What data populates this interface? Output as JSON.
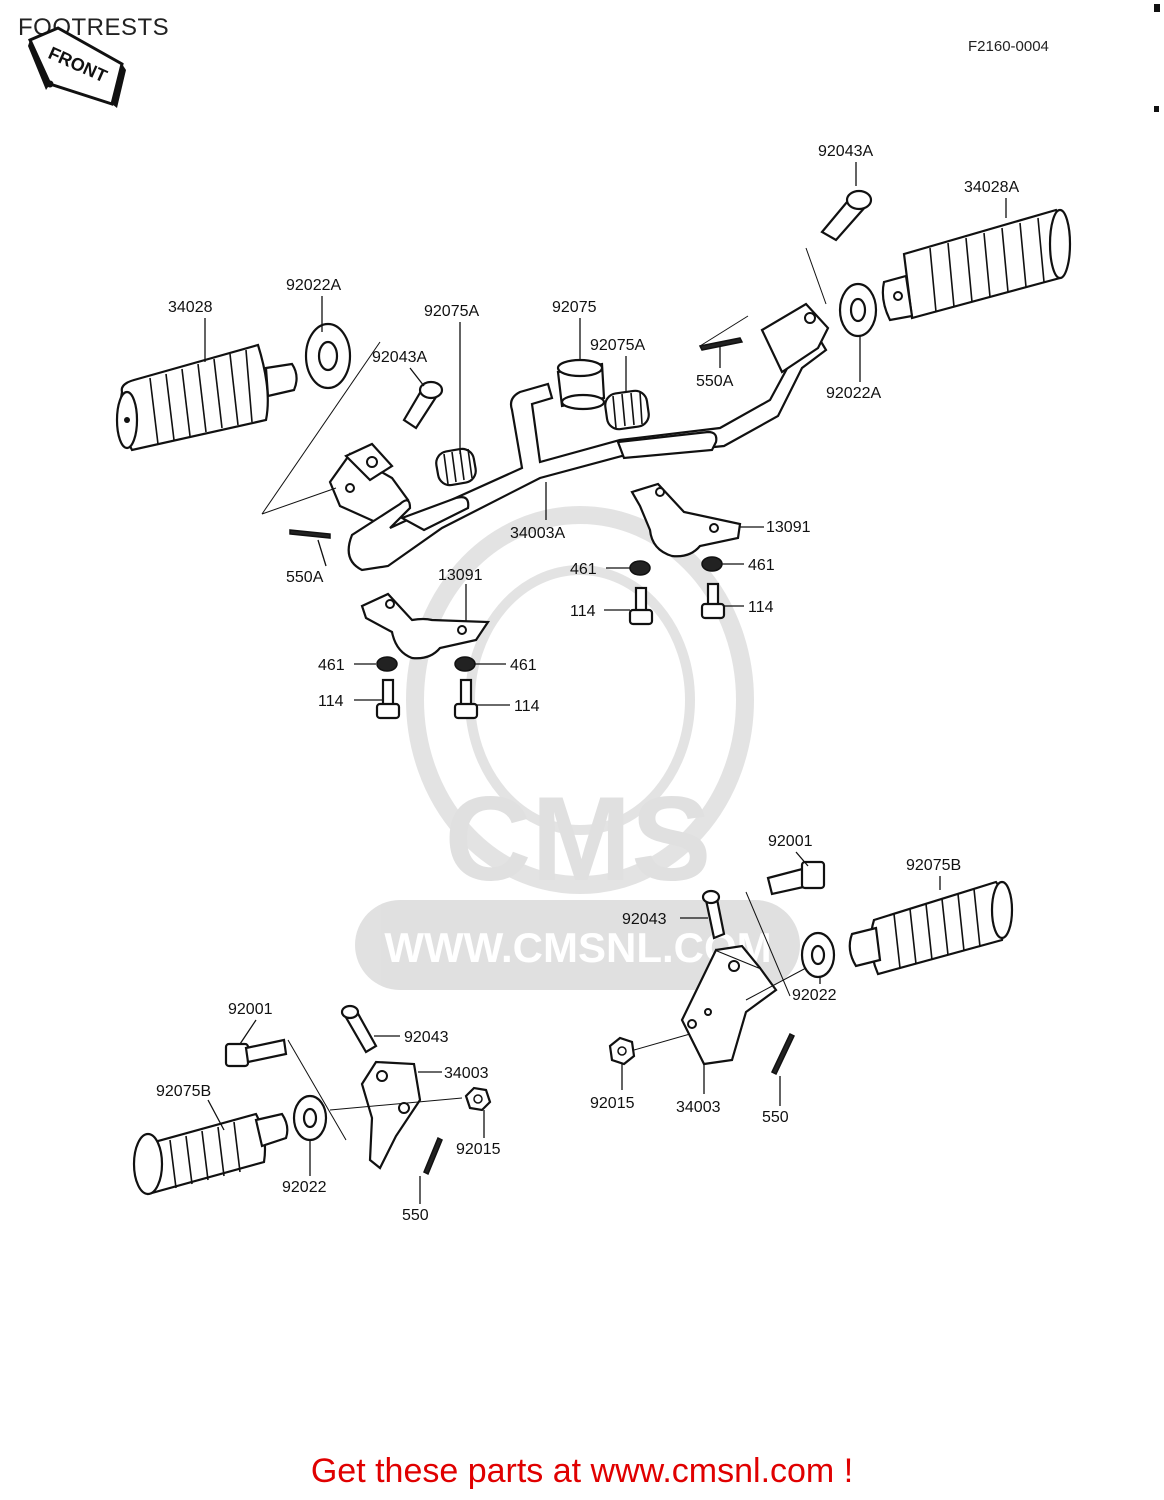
{
  "header": {
    "title": "FOOTRESTS",
    "diagram_code": "F2160-0004",
    "front_badge": "FRONT"
  },
  "watermark": {
    "brand": "CMS",
    "site": "WWW.CMSNL.COM"
  },
  "labels": {
    "p34028": "34028",
    "p92022A_left": "92022A",
    "p92043A_left": "92043A",
    "p92075A_left": "92075A",
    "p92075": "92075",
    "p92075A_right": "92075A",
    "p92043A_top": "92043A",
    "p34028A": "34028A",
    "p550A_right": "550A",
    "p92022A_right": "92022A",
    "p34003A": "34003A",
    "p13091_right": "13091",
    "p461_rl": "461",
    "p461_rr": "461",
    "p114_rl": "114",
    "p114_rr": "114",
    "p550A_left": "550A",
    "p13091_left": "13091",
    "p461_ll": "461",
    "p461_lr": "461",
    "p114_ll": "114",
    "p114_lr": "114",
    "p92001_r": "92001",
    "p92075B_r": "92075B",
    "p92043_r": "92043",
    "p92022_r": "92022",
    "p92015_r": "92015",
    "p34003_r": "34003",
    "p550_r": "550",
    "p92001_l": "92001",
    "p92043_l": "92043",
    "p34003_l": "34003",
    "p92075B_l": "92075B",
    "p92015_l": "92015",
    "p92022_l": "92022",
    "p550_l": "550"
  },
  "footer": {
    "promo": "Get these parts at www.cmsnl.com !"
  }
}
